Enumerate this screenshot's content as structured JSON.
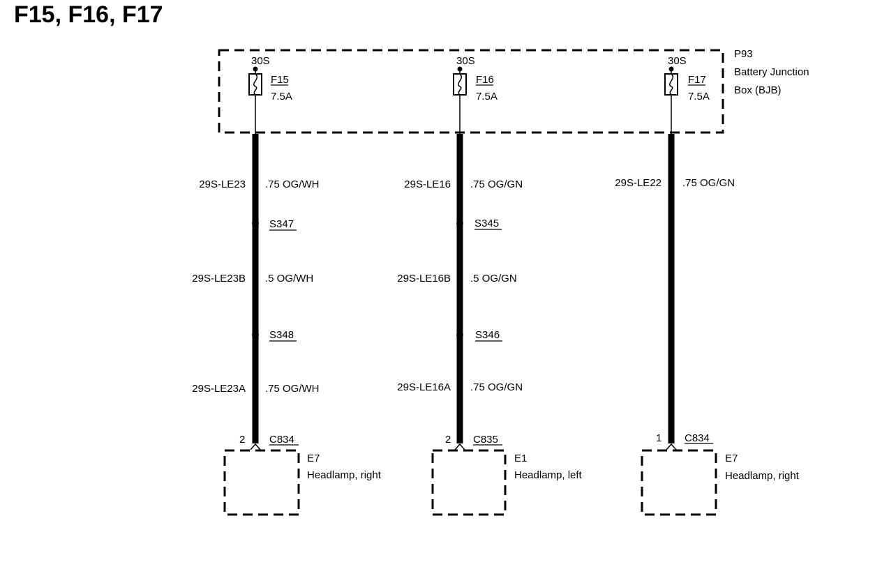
{
  "title": "F15, F16, F17",
  "bjb": {
    "ref": "P93",
    "name_line1": "Battery Junction",
    "name_line2": "Box (BJB)"
  },
  "circuits": [
    {
      "supply": "30S",
      "fuse": "F15",
      "rating": "7.5A",
      "segments": [
        {
          "circuit": "29S-LE23",
          "wire": ".75 OG/WH"
        },
        {
          "circuit": "29S-LE23B",
          "wire": ".5 OG/WH"
        },
        {
          "circuit": "29S-LE23A",
          "wire": ".75 OG/WH"
        }
      ],
      "splices": [
        "S347",
        "S348"
      ],
      "pin": "2",
      "connector": "C834",
      "component": "E7",
      "component_name": "Headlamp, right"
    },
    {
      "supply": "30S",
      "fuse": "F16",
      "rating": "7.5A",
      "segments": [
        {
          "circuit": "29S-LE16",
          "wire": ".75 OG/GN"
        },
        {
          "circuit": "29S-LE16B",
          "wire": ".5 OG/GN"
        },
        {
          "circuit": "29S-LE16A",
          "wire": ".75 OG/GN"
        }
      ],
      "splices": [
        "S345",
        "S346"
      ],
      "pin": "2",
      "connector": "C835",
      "component": "E1",
      "component_name": "Headlamp, left"
    },
    {
      "supply": "30S",
      "fuse": "F17",
      "rating": "7.5A",
      "segments": [
        {
          "circuit": "29S-LE22",
          "wire": ".75 OG/GN"
        }
      ],
      "splices": [],
      "pin": "1",
      "connector": "C834",
      "component": "E7",
      "component_name": "Headlamp, right"
    }
  ]
}
